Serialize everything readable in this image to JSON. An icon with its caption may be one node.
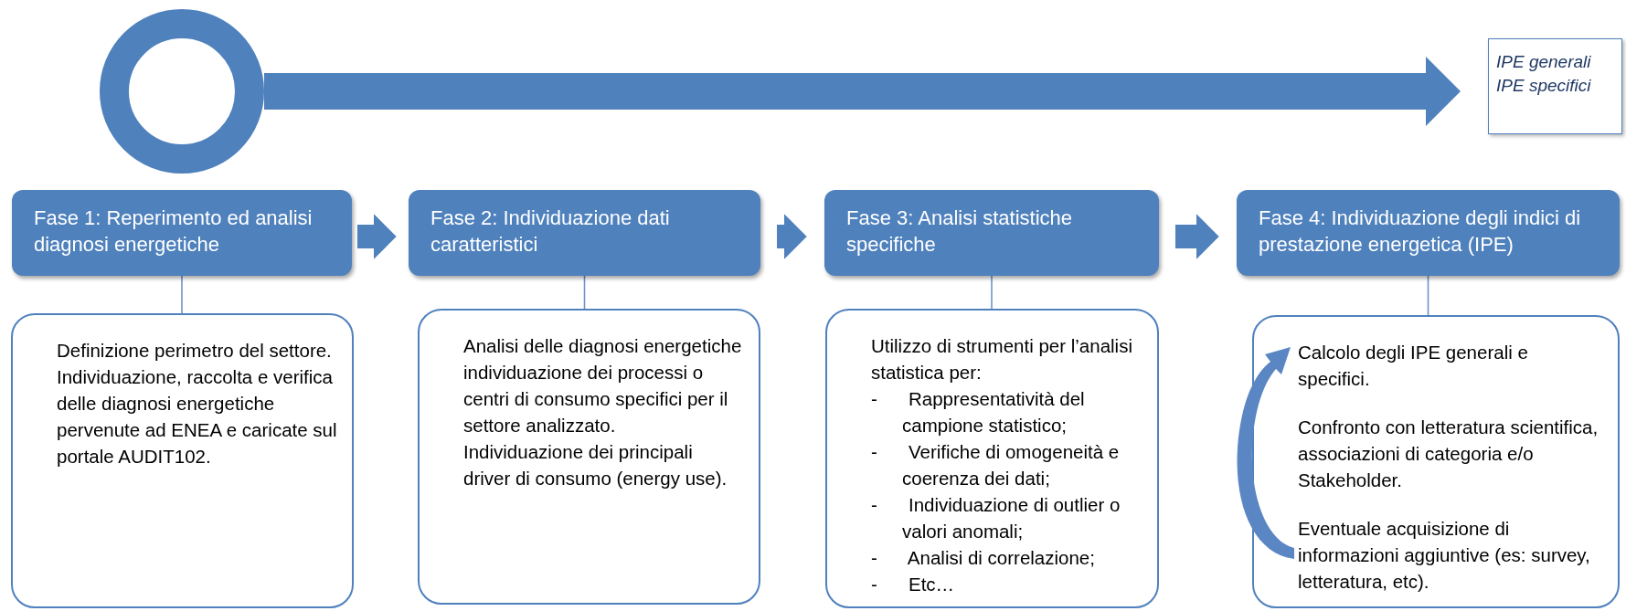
{
  "diagram": {
    "nodes": [
      {
        "text": [],
        "shape": "circle"
      },
      {
        "text": [
          "IPE generali",
          "IPE specifici"
        ]
      },
      {
        "text": [
          "Fase 1: Reperimento ed analisi diagnosi energetiche"
        ]
      },
      {
        "text": [
          "Definizione perimetro del settore.",
          "Individuazione, raccolta e verifica delle diagnosi energetiche pervenute ad ENEA e caricate sul portale AUDIT102."
        ]
      },
      {
        "text": [
          "Fase 2: Individuazione dati caratteristici"
        ]
      },
      {
        "text": [
          "Analisi delle diagnosi energetiche individuazione dei processi o centri di consumo specifici per il settore analizzato.",
          "Individuazione dei principali driver di consumo (energy use)."
        ]
      },
      {
        "text": [
          "Fase 3: Analisi statistiche specifiche"
        ]
      },
      {
        "text": [
          "Utilizzo di strumenti per l’analisi statistica per:",
          "- Rappresentatività del campione statistico;",
          "- Verifiche di omogeneità e coerenza dei dati;",
          "- Individuazione di outlier o valori anomali;",
          "- Analisi di correlazione;",
          "- Etc…"
        ]
      },
      {
        "text": [
          "Fase 4: Individuazione degli indici di prestazione energetica (IPE)"
        ]
      },
      {
        "text": [
          "Calcolo degli IPE generali e specifici.",
          "Confronto con letteratura scientifica, associazioni di categoria e/o Stakeholder.",
          "Eventuale acquisizione di informazioni aggiuntive (es: survey, letteratura, etc)."
        ]
      }
    ],
    "edges": [
      {
        "from": 0,
        "to": 1,
        "arrow": "to",
        "style": "thick"
      },
      {
        "from": 2,
        "to": 4,
        "arrow": "to",
        "style": "thick"
      },
      {
        "from": 4,
        "to": 6,
        "arrow": "to",
        "style": "thick"
      },
      {
        "from": 6,
        "to": 8,
        "arrow": "to",
        "style": "thick"
      },
      {
        "from": 2,
        "to": 3,
        "arrow": "none"
      },
      {
        "from": 4,
        "to": 5,
        "arrow": "none"
      },
      {
        "from": 6,
        "to": 7,
        "arrow": "none"
      },
      {
        "from": 8,
        "to": 9,
        "arrow": "none"
      }
    ]
  }
}
